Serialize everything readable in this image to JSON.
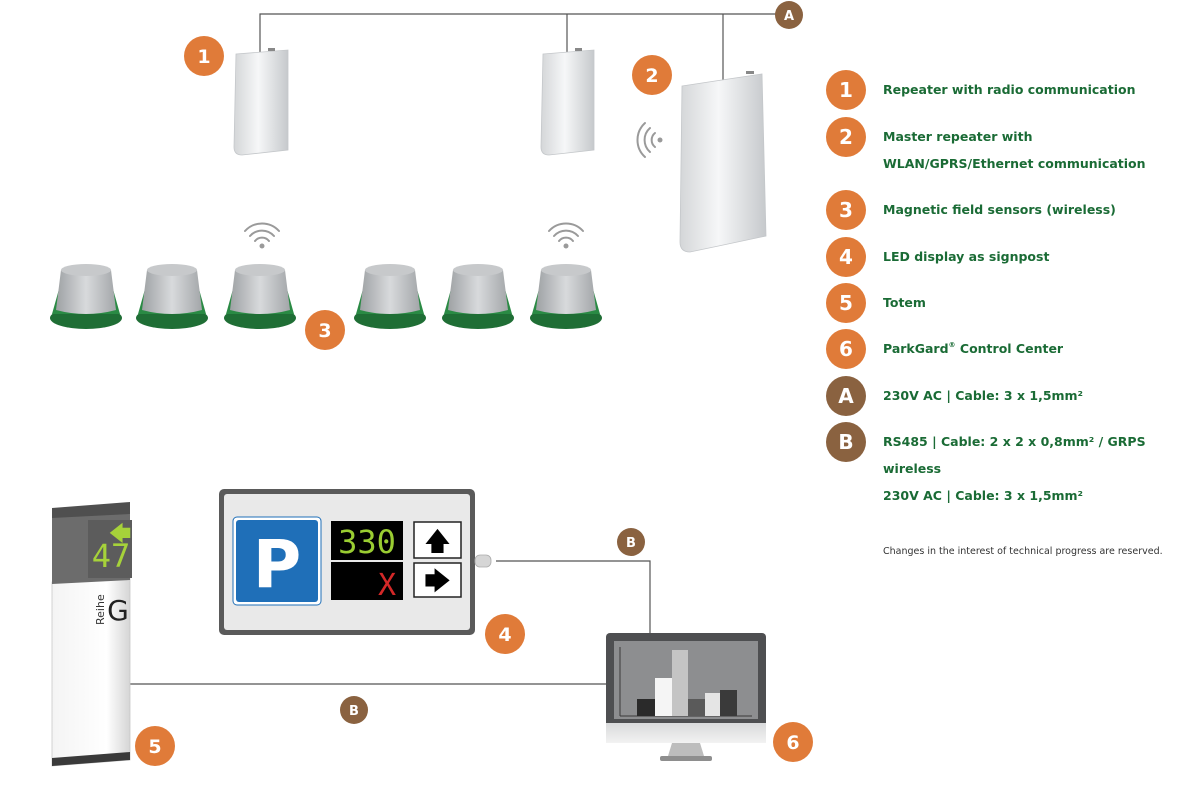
{
  "colors": {
    "orange": "#e07b39",
    "brown": "#8a6240",
    "legend_text": "#1a6b35",
    "sensor_green": "#1f7a3a",
    "parking_blue": "#1f6fb8",
    "led_green": "#9acd32",
    "led_red": "#d42828"
  },
  "markers": {
    "m1": "1",
    "m2": "2",
    "m3": "3",
    "m4": "4",
    "m5": "5",
    "m6": "6",
    "mA": "A",
    "mB1": "B",
    "mB2": "B"
  },
  "legend": [
    {
      "key": "1",
      "color": "orange",
      "lines": [
        "Repeater with radio communication"
      ]
    },
    {
      "key": "2",
      "color": "orange",
      "lines": [
        "Master repeater with",
        "WLAN/GPRS/Ethernet communication"
      ]
    },
    {
      "key": "3",
      "color": "orange",
      "lines": [
        "Magnetic field sensors (wireless)"
      ]
    },
    {
      "key": "4",
      "color": "orange",
      "lines": [
        "LED display as signpost"
      ]
    },
    {
      "key": "5",
      "color": "orange",
      "lines": [
        "Totem"
      ]
    },
    {
      "key": "6",
      "color": "orange",
      "lines": [
        "ParkGard",
        " Control Center"
      ],
      "sup": "®"
    },
    {
      "key": "A",
      "color": "brown",
      "lines": [
        "230V AC | Cable: 3 x 1,5mm²"
      ]
    },
    {
      "key": "B",
      "color": "brown",
      "lines": [
        "RS485 | Cable: 2 x 2 x 0,8mm² / GRPS",
        "wireless",
        "230V AC | Cable: 3 x 1,5mm²"
      ]
    }
  ],
  "note": "Changes in the interest of technical progress are reserved.",
  "sign": {
    "parking_letter": "P",
    "count": "330",
    "status": "X",
    "arrow_up": "🡅",
    "arrow_right": "🡆"
  },
  "totem": {
    "count": "47",
    "arrow": "🡄",
    "row_label": "Reihe",
    "row_letter": "G"
  }
}
